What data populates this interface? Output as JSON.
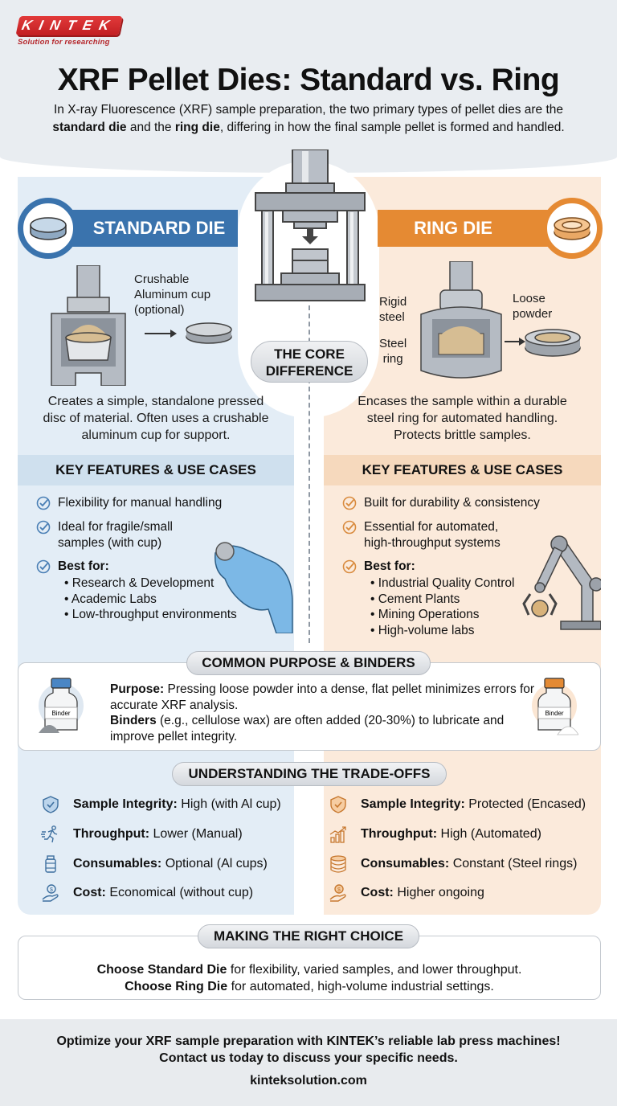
{
  "brand": {
    "logo_text": "KINTEK",
    "tagline": "Solution for researching",
    "color": "#c8242a"
  },
  "header": {
    "title": "XRF Pellet Dies: Standard vs. Ring",
    "intro_prefix": "In X-ray Fluorescence (XRF) sample preparation, the two primary types of pellet dies are the ",
    "intro_bold1": "standard die",
    "intro_mid": " and the ",
    "intro_bold2": "ring die",
    "intro_suffix": ", differing in how the final sample pellet is formed and handled."
  },
  "colors": {
    "standard_accent": "#3a73ad",
    "ring_accent": "#e58a33",
    "standard_bg": "#e3edf6",
    "ring_bg": "#fbeadb"
  },
  "center": {
    "core_label_line1": "THE CORE",
    "core_label_line2": "DIFFERENCE",
    "icon": "hydraulic-press-icon"
  },
  "standard": {
    "title": "STANDARD DIE",
    "badge_icon": "disc-icon",
    "annotation_line1": "Crushable",
    "annotation_line2": "Aluminum cup",
    "annotation_line3": "(optional)",
    "description_line1": "Creates a simple, standalone pressed",
    "description_line2": "disc of material. Often uses a crushable",
    "description_line3": "aluminum cup for support.",
    "features_title": "KEY FEATURES & USE CASES",
    "features": [
      {
        "text": "Flexibility for manual handling"
      },
      {
        "line1": "Ideal for fragile/small",
        "line2": "samples (with cup)"
      }
    ],
    "best_for_label": "Best for:",
    "best_for": [
      "• Research & Development",
      "• Academic Labs",
      "• Low-throughput environments"
    ],
    "tradeoffs": [
      {
        "icon": "shield-check-icon",
        "label": "Sample Integrity:",
        "value": " High (with Al cup)"
      },
      {
        "icon": "running-person-icon",
        "label": "Throughput:",
        "value": " Lower (Manual)"
      },
      {
        "icon": "jar-icon",
        "label": "Consumables:",
        "value": " Optional (Al cups)"
      },
      {
        "icon": "hand-coin-icon",
        "label": "Cost:",
        "value": " Economical (without cup)"
      }
    ]
  },
  "ring": {
    "title": "RING DIE",
    "badge_icon": "ring-icon",
    "annotation_rigid_line1": "Rigid",
    "annotation_rigid_line2": "steel",
    "annotation_ring_line1": "Steel",
    "annotation_ring_line2": "ring",
    "annotation_powder_line1": "Loose",
    "annotation_powder_line2": "powder",
    "description_line1": "Encases the sample within a durable",
    "description_line2": "steel ring for automated handling.",
    "description_line3": "Protects brittle samples.",
    "features_title": "KEY FEATURES & USE CASES",
    "features": [
      {
        "text": "Built for durability & consistency"
      },
      {
        "line1": "Essential for automated,",
        "line2": "high-throughput systems"
      }
    ],
    "best_for_label": "Best for:",
    "best_for": [
      "• Industrial Quality Control",
      "• Cement Plants",
      "• Mining Operations",
      "• High-volume labs"
    ],
    "tradeoffs": [
      {
        "icon": "shield-check-icon",
        "label": "Sample Integrity:",
        "value": " Protected (Encased)"
      },
      {
        "icon": "growth-chart-icon",
        "label": "Throughput:",
        "value": " High (Automated)"
      },
      {
        "icon": "stacked-rings-icon",
        "label": "Consumables:",
        "value": " Constant (Steel rings)"
      },
      {
        "icon": "hand-coin-icon",
        "label": "Cost:",
        "value": " Higher ongoing"
      }
    ]
  },
  "purpose": {
    "title": "COMMON PURPOSE & BINDERS",
    "purpose_label": "Purpose:",
    "purpose_text": " Pressing loose powder into a dense, flat pellet minimizes errors for accurate XRF analysis.",
    "binders_label": "Binders",
    "binders_text": " (e.g., cellulose wax) are often added (20-30%) to lubricate and improve pellet integrity.",
    "bottle_label": "Binder"
  },
  "tradeoffs_title": "UNDERSTANDING THE TRADE-OFFS",
  "choice": {
    "title": "MAKING THE RIGHT CHOICE",
    "line1_bold": "Choose Standard Die",
    "line1_rest": " for flexibility, varied samples, and lower throughput.",
    "line2_bold": "Choose Ring Die",
    "line2_rest": " for automated, high-volume industrial settings."
  },
  "footer": {
    "cta_line1": "Optimize your XRF sample preparation with KINTEK’s reliable lab press machines!",
    "cta_line2": "Contact us today to discuss your specific needs.",
    "url": "kinteksolution.com"
  }
}
